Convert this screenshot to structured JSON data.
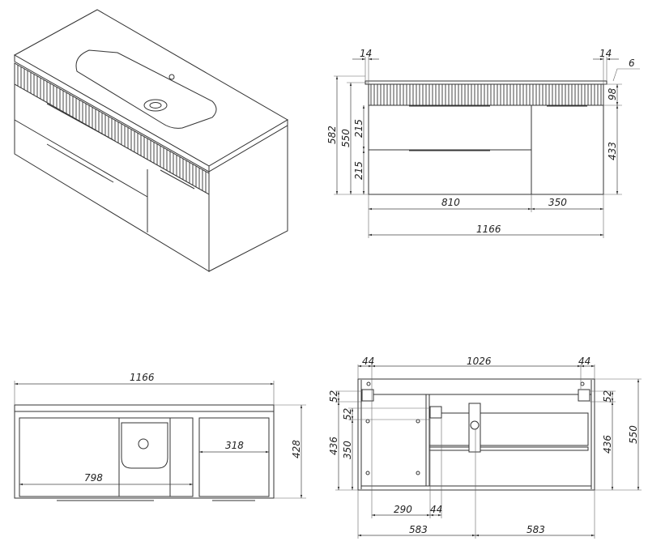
{
  "front_view": {
    "side_offset_left": "14",
    "side_offset_right": "14",
    "top_offset": "6",
    "band_height": "98",
    "door_height": "433",
    "total_height": "582",
    "body_height": "550",
    "drawer_top_height": "215",
    "drawer_bottom_height": "215",
    "drawer_width": "810",
    "door_width": "350",
    "total_width": "1166"
  },
  "top_section_view": {
    "total_width": "1166",
    "right_compartment_width": "318",
    "depth": "428",
    "left_compartment_width": "798"
  },
  "rear_view": {
    "left_margin": "44",
    "mount_span": "1026",
    "right_margin": "44",
    "left_bracket_offset": "52",
    "inner_bracket_offset": "52",
    "left_height": "436",
    "inner_height": "350",
    "right_bracket_offset": "52",
    "right_height": "436",
    "total_height": "550",
    "bracket_distance": "290",
    "bracket_width": "44",
    "half_width_left": "583",
    "half_width_right": "583"
  }
}
